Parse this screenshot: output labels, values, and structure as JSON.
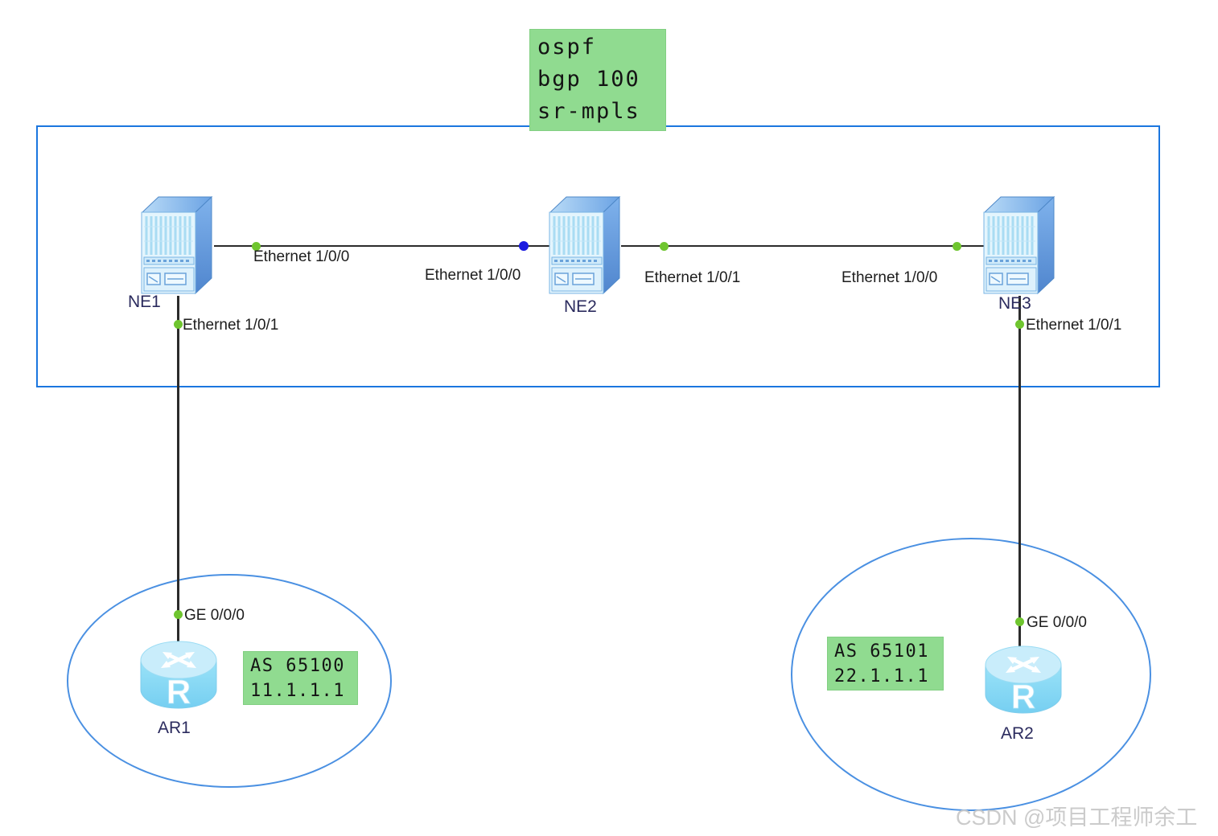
{
  "annotation_box": {
    "lines": [
      "ospf",
      "bgp 100",
      "sr-mpls"
    ]
  },
  "devices": {
    "ne1": {
      "label": "NE1"
    },
    "ne2": {
      "label": "NE2"
    },
    "ne3": {
      "label": "NE3"
    },
    "ar1": {
      "label": "AR1"
    },
    "ar2": {
      "label": "AR2"
    }
  },
  "interface_labels": {
    "ne1_eth100": "Ethernet 1/0/0",
    "ne1_eth101": "Ethernet 1/0/1",
    "ne2_eth100": "Ethernet 1/0/0",
    "ne2_eth101": "Ethernet 1/0/1",
    "ne3_eth100": "Ethernet 1/0/0",
    "ne3_eth101": "Ethernet 1/0/1",
    "ar1_ge000": "GE 0/0/0",
    "ar2_ge000": "GE 0/0/0"
  },
  "as_boxes": [
    {
      "device": "AR1",
      "lines": [
        "AS  65100",
        "11.1.1.1"
      ]
    },
    {
      "device": "AR2",
      "lines": [
        "AS  65101",
        "22.1.1.1"
      ]
    }
  ],
  "watermark": "CSDN @项目工程师余工",
  "colors": {
    "annotation_bg": "#90db90",
    "area_rect_border": "#1b76df",
    "ellipse_border": "#4a90e2",
    "link": "#2b2b2b",
    "port_up_dot": "#6fc52f",
    "port_blue_dot": "#1a1ae0",
    "watermark": "#cbcbcb"
  }
}
